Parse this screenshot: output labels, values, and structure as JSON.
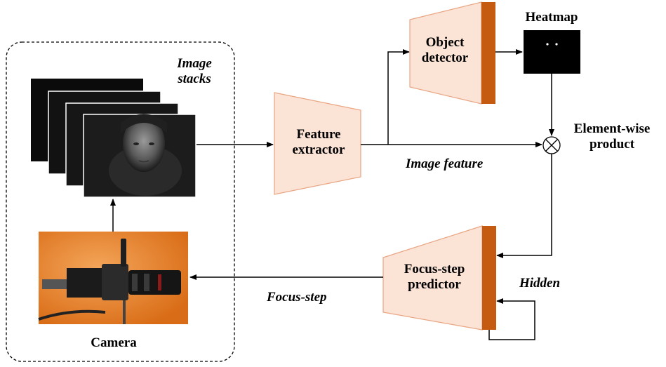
{
  "labels": {
    "image_stacks": "Image stacks",
    "feature_extractor": "Feature extractor",
    "object_detector": "Object detector",
    "heatmap": "Heatmap",
    "element_wise_product": "Element-wise product",
    "image_feature": "Image feature",
    "focus_step_predictor": "Focus-step predictor",
    "hidden": "Hidden",
    "focus_step": "Focus-step",
    "camera": "Camera"
  },
  "colors": {
    "block_fill": "#fbe3d5",
    "block_stroke": "#e9a583",
    "block_edge": "#c55a11",
    "heatmap_bg": "#000000",
    "camera_bg": "#e8852a",
    "frame_dark": "#111111",
    "line": "#000000"
  },
  "icons": {
    "product_node": "circled-times-icon"
  }
}
